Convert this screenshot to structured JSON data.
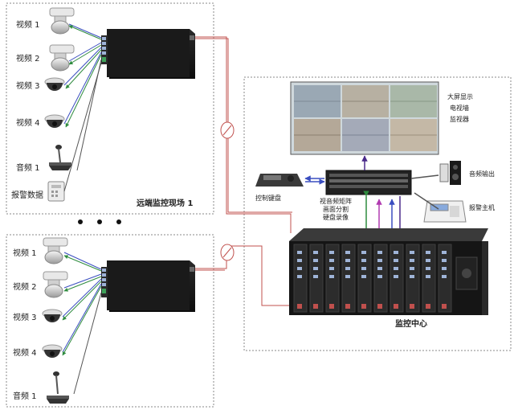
{
  "site1": {
    "inputs": [
      "视频 1",
      "视频 2",
      "视频 3",
      "视频 4",
      "音频 1",
      "报警数据"
    ],
    "name": "远端监控现场 1"
  },
  "site2": {
    "inputs": [
      "视频 1",
      "视频 2",
      "视频 3",
      "视频 4",
      "音频 1"
    ]
  },
  "ellipsis": "• • •",
  "center": {
    "big_screen": [
      "大屏显示",
      "电视墙",
      "监视器"
    ],
    "keyboard": "控制键盘",
    "matrix": [
      "视音频矩阵",
      "画面分割",
      "硬盘录像"
    ],
    "audio_out": "音频输出",
    "alarm_host": "报警主机",
    "center_name": "监控中心"
  },
  "colors": {
    "fiber": "#c0504d",
    "video_link": "#2e8b3e",
    "control_link": "#3a4ec0",
    "matrix_out": "#4a2a8a",
    "alarm_out": "#b03ab0",
    "border": "#888888"
  }
}
